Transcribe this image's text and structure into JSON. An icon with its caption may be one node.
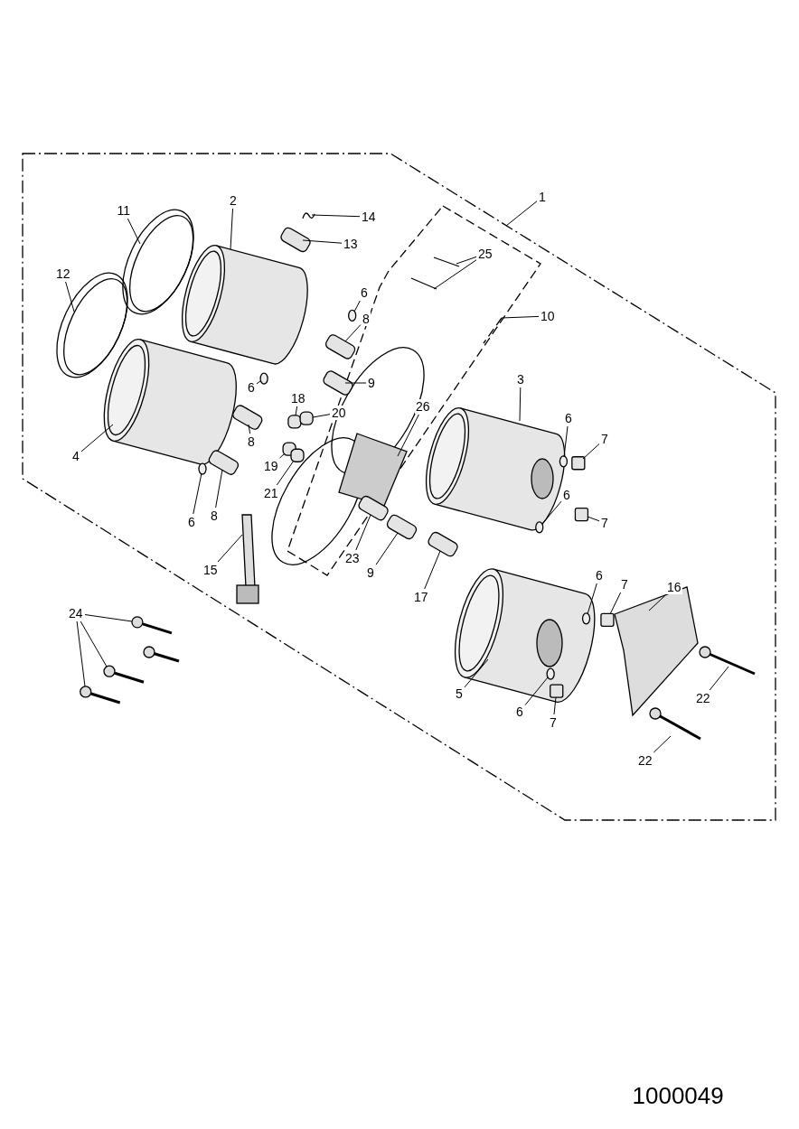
{
  "diagram": {
    "nodes": [
      {
        "text": [
          "1"
        ]
      },
      {
        "text": [
          "2"
        ]
      },
      {
        "text": [
          "11"
        ]
      },
      {
        "text": [
          "14"
        ]
      },
      {
        "text": [
          "13"
        ]
      },
      {
        "text": [
          "25"
        ]
      },
      {
        "text": [
          "12"
        ]
      },
      {
        "text": [
          "6"
        ]
      },
      {
        "text": [
          "10"
        ]
      },
      {
        "text": [
          "8"
        ]
      },
      {
        "text": [
          "3"
        ]
      },
      {
        "text": [
          "9"
        ]
      },
      {
        "text": [
          "6"
        ]
      },
      {
        "text": [
          "18"
        ]
      },
      {
        "text": [
          "26"
        ]
      },
      {
        "text": [
          "20"
        ]
      },
      {
        "text": [
          "6"
        ]
      },
      {
        "text": [
          "7"
        ]
      },
      {
        "text": [
          "4"
        ]
      },
      {
        "text": [
          "19"
        ]
      },
      {
        "text": [
          "8"
        ]
      },
      {
        "text": [
          "21"
        ]
      },
      {
        "text": [
          "6"
        ]
      },
      {
        "text": [
          "8"
        ]
      },
      {
        "text": [
          "6"
        ]
      },
      {
        "text": [
          "7"
        ]
      },
      {
        "text": [
          "23"
        ]
      },
      {
        "text": [
          "15"
        ]
      },
      {
        "text": [
          "9"
        ]
      },
      {
        "text": [
          "6"
        ]
      },
      {
        "text": [
          "7"
        ]
      },
      {
        "text": [
          "16"
        ]
      },
      {
        "text": [
          "17"
        ]
      },
      {
        "text": [
          "24"
        ]
      },
      {
        "text": [
          "5"
        ]
      },
      {
        "text": [
          "22"
        ]
      },
      {
        "text": [
          "6"
        ]
      },
      {
        "text": [
          "7"
        ]
      },
      {
        "text": [
          "22"
        ]
      },
      {
        "text": [],
        "shape": "box"
      },
      {
        "text": [],
        "shape": "circle"
      },
      {
        "text": [],
        "shape": "box"
      },
      {
        "text": [],
        "shape": "box"
      },
      {
        "text": [],
        "shape": "circle"
      },
      {
        "text": [],
        "shape": "box"
      },
      {
        "text": [],
        "shape": "box"
      },
      {
        "text": [],
        "shape": "circle"
      },
      {
        "text": [],
        "shape": "box"
      },
      {
        "text": [],
        "shape": "box"
      },
      {
        "text": [],
        "shape": "box"
      },
      {
        "text": [],
        "shape": "box"
      },
      {
        "text": [],
        "shape": "circle"
      },
      {
        "text": [],
        "shape": "box"
      },
      {
        "text": [],
        "shape": "circle"
      },
      {
        "text": [],
        "shape": "box"
      },
      {
        "text": [],
        "shape": "box"
      },
      {
        "text": [],
        "shape": "box"
      },
      {
        "text": [],
        "shape": "circle"
      },
      {
        "text": [],
        "shape": "box"
      },
      {
        "text": [],
        "shape": "box"
      },
      {
        "text": [],
        "shape": "picture"
      },
      {
        "text": [],
        "shape": "picture"
      },
      {
        "text": [],
        "shape": "picture"
      },
      {
        "text": [],
        "shape": "circle"
      },
      {
        "text": [],
        "shape": "box"
      },
      {
        "text": [],
        "shape": "picture"
      }
    ],
    "edges": [
      {
        "from": 0,
        "to": null,
        "arrow": "none"
      },
      {
        "from": 1,
        "to": null,
        "arrow": "none"
      },
      {
        "from": 2,
        "to": null,
        "arrow": "none"
      },
      {
        "from": 3,
        "to": 65,
        "arrow": "none"
      },
      {
        "from": 4,
        "to": 39,
        "arrow": "none"
      },
      {
        "from": 5,
        "to": null,
        "arrow": "none"
      },
      {
        "from": 5,
        "to": null,
        "arrow": "none"
      },
      {
        "from": 6,
        "to": null,
        "arrow": "none"
      },
      {
        "from": 7,
        "to": 40,
        "arrow": "none"
      },
      {
        "from": 8,
        "to": null,
        "arrow": "none"
      },
      {
        "from": 9,
        "to": 41,
        "arrow": "none"
      },
      {
        "from": 10,
        "to": null,
        "arrow": "none"
      },
      {
        "from": 11,
        "to": 42,
        "arrow": "none"
      },
      {
        "from": 12,
        "to": 43,
        "arrow": "none"
      },
      {
        "from": 13,
        "to": 44,
        "arrow": "none"
      },
      {
        "from": 14,
        "to": null,
        "arrow": "none"
      },
      {
        "from": 15,
        "to": 45,
        "arrow": "none"
      },
      {
        "from": 16,
        "to": 46,
        "arrow": "none"
      },
      {
        "from": 17,
        "to": 47,
        "arrow": "none"
      },
      {
        "from": 18,
        "to": null,
        "arrow": "none"
      },
      {
        "from": 19,
        "to": 48,
        "arrow": "none"
      },
      {
        "from": 20,
        "to": 49,
        "arrow": "none"
      },
      {
        "from": 21,
        "to": 50,
        "arrow": "none"
      },
      {
        "from": 22,
        "to": 51,
        "arrow": "none"
      },
      {
        "from": 23,
        "to": 52,
        "arrow": "none"
      },
      {
        "from": 24,
        "to": 53,
        "arrow": "none"
      },
      {
        "from": 25,
        "to": 54,
        "arrow": "none"
      },
      {
        "from": 26,
        "to": 55,
        "arrow": "none"
      },
      {
        "from": 27,
        "to": null,
        "arrow": "none"
      },
      {
        "from": 28,
        "to": 56,
        "arrow": "none"
      },
      {
        "from": 29,
        "to": 57,
        "arrow": "none"
      },
      {
        "from": 30,
        "to": 58,
        "arrow": "none"
      },
      {
        "from": 31,
        "to": null,
        "arrow": "none"
      },
      {
        "from": 32,
        "to": 59,
        "arrow": "none"
      },
      {
        "from": 33,
        "to": 60,
        "arrow": "none"
      },
      {
        "from": 33,
        "to": 61,
        "arrow": "none"
      },
      {
        "from": 33,
        "to": 62,
        "arrow": "none"
      },
      {
        "from": 34,
        "to": null,
        "arrow": "none"
      },
      {
        "from": 35,
        "to": null,
        "arrow": "none"
      },
      {
        "from": 36,
        "to": 63,
        "arrow": "none"
      },
      {
        "from": 37,
        "to": 64,
        "arrow": "none"
      },
      {
        "from": 38,
        "to": null,
        "arrow": "none"
      }
    ],
    "labels": [
      "1000049"
    ]
  }
}
